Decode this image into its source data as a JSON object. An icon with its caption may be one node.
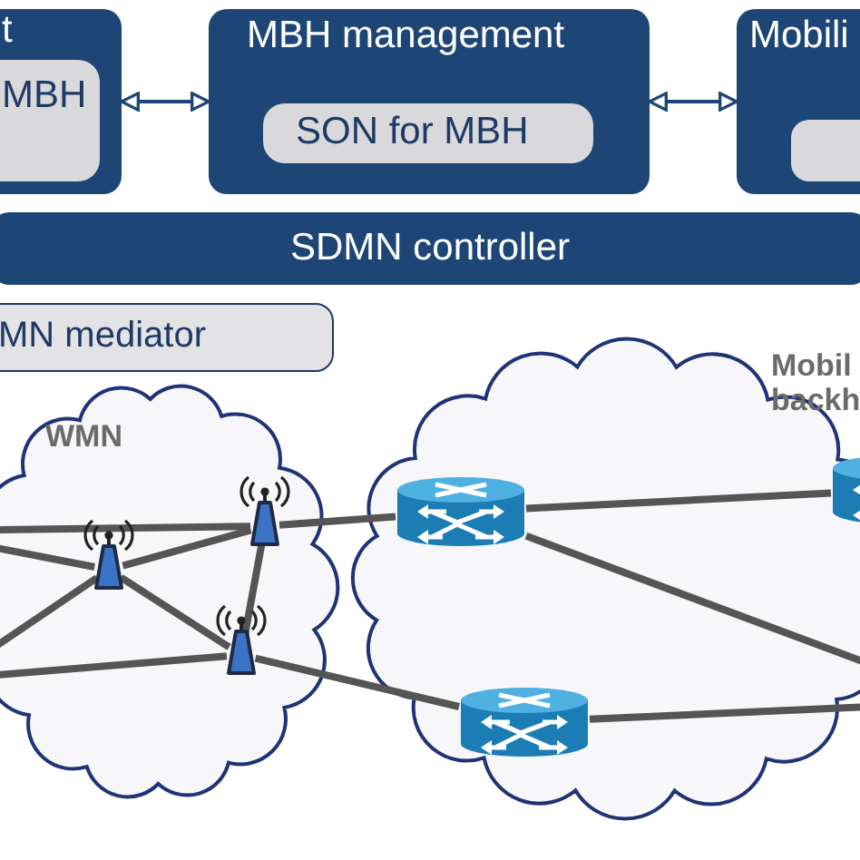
{
  "diagram": {
    "nodes": [
      {
        "text": [
          "t"
        ]
      },
      {
        "text": [
          "MBH"
        ],
        "in": 0
      },
      {
        "text": [
          "MBH management"
        ]
      },
      {
        "text": [
          "SON for MBH"
        ],
        "in": 2
      },
      {
        "text": [
          "Mobili"
        ]
      },
      {
        "text": [],
        "shape": "box",
        "in": 4
      },
      {
        "text": [
          "SDMN controller"
        ]
      },
      {
        "text": [
          "MN mediator"
        ]
      },
      {
        "text": [
          "WMN"
        ]
      },
      {
        "text": [
          "Mobil backh"
        ]
      },
      {
        "text": [],
        "shape": "antenna",
        "in": 8
      },
      {
        "text": [],
        "shape": "antenna",
        "in": 8
      },
      {
        "text": [],
        "shape": "antenna",
        "in": 8
      },
      {
        "text": [],
        "shape": "router",
        "in": 9
      },
      {
        "text": [],
        "shape": "router",
        "in": 9
      },
      {
        "text": [],
        "shape": "router"
      }
    ],
    "edges": [
      {
        "from": 0,
        "to": 2,
        "arrow": "both"
      },
      {
        "from": 2,
        "to": 4,
        "arrow": "both"
      },
      {
        "from": null,
        "to": 11,
        "arrow": "none"
      },
      {
        "from": 11,
        "to": 13,
        "arrow": "none"
      },
      {
        "from": null,
        "to": 10,
        "arrow": "none"
      },
      {
        "from": 10,
        "to": 11,
        "arrow": "none"
      },
      {
        "from": 11,
        "to": 12,
        "arrow": "none"
      },
      {
        "from": 10,
        "to": 12,
        "arrow": "none"
      },
      {
        "from": null,
        "to": 10,
        "arrow": "none"
      },
      {
        "from": null,
        "to": 12,
        "arrow": "none"
      },
      {
        "from": 12,
        "to": 14,
        "arrow": "none"
      },
      {
        "from": 13,
        "to": 15,
        "arrow": "none"
      },
      {
        "from": 13,
        "to": null,
        "arrow": "none"
      },
      {
        "from": 14,
        "to": null,
        "arrow": "none"
      }
    ]
  }
}
